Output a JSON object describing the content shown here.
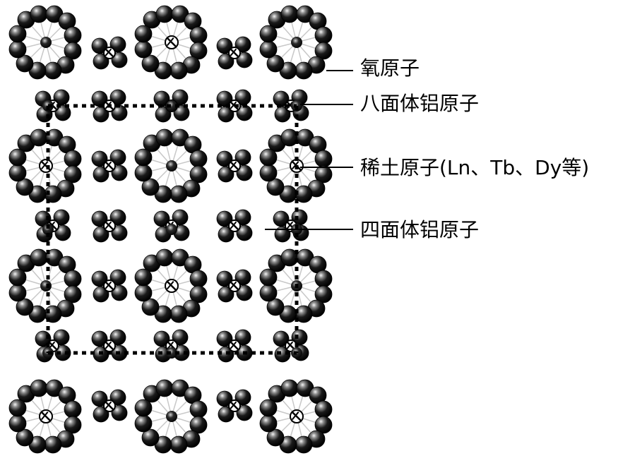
{
  "labels": {
    "oxygen": "氧原子",
    "octahedral_aluminum": "八面体铝原子",
    "rare_earth": "稀土原子(Ln、Tb、Dy等)",
    "tetrahedral_aluminum": "四面体铝原子"
  },
  "colors": {
    "atom_dark": "#1a1a1a",
    "atom_highlight": "#f5f5f5",
    "dotted_cell_line": "#000000",
    "bond_line": "#c8c8c8",
    "background": "#ffffff"
  }
}
